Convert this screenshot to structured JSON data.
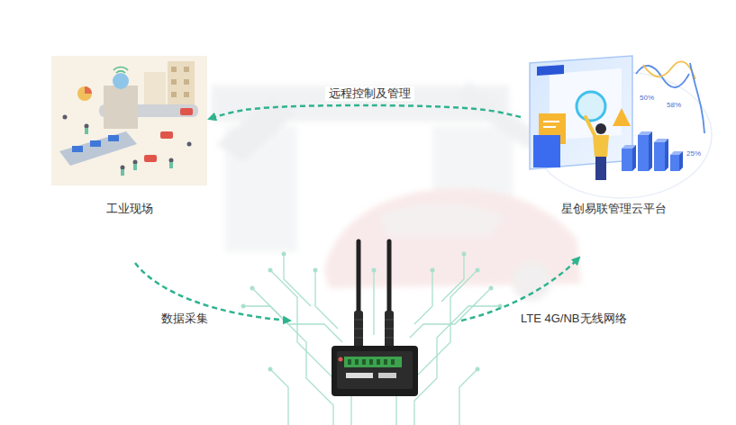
{
  "diagram": {
    "nodes": [
      {
        "text": [
          "工业现场"
        ]
      },
      {
        "text": [
          "星创易联管理云平台"
        ]
      }
    ],
    "edges": [
      {
        "from": 1,
        "to": 0,
        "label": "远程控制及管理",
        "arrow": "to"
      }
    ],
    "labels": [
      "数据采集",
      "LTE 4G/NB无线网络",
      "50%",
      "58%",
      "25%"
    ]
  }
}
